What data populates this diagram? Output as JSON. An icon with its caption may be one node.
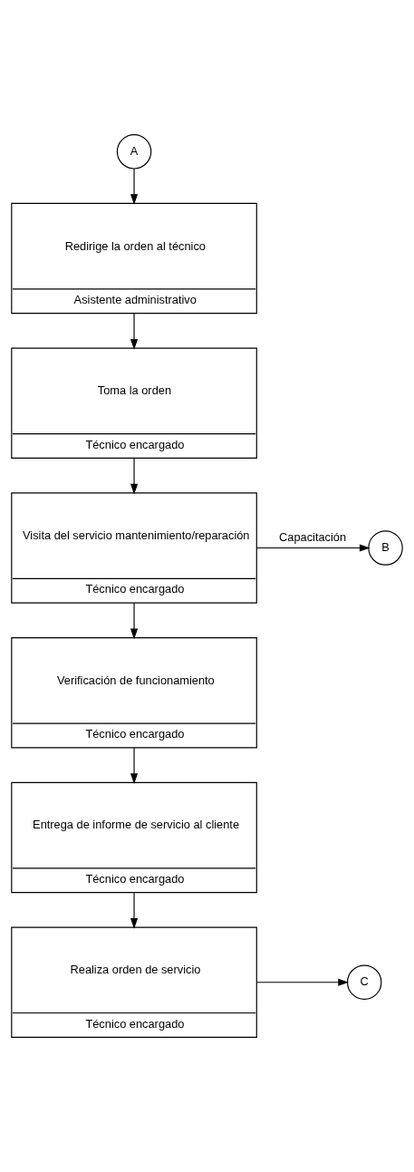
{
  "diagram": {
    "nodes": [
      {
        "text": [
          "A"
        ]
      },
      {
        "text": [
          "Redirige la orden al técnico",
          "Asistente administrativo"
        ]
      },
      {
        "text": [
          "Toma la orden",
          "Técnico encargado"
        ]
      },
      {
        "text": [
          "Visita del servicio mantenimiento/reparación",
          "Técnico encargado"
        ]
      },
      {
        "text": [
          "B"
        ]
      },
      {
        "text": [
          "Verificación de funcionamiento",
          "Técnico encargado"
        ]
      },
      {
        "text": [
          "Entrega de informe de servicio al cliente",
          "Técnico encargado"
        ]
      },
      {
        "text": [
          "Realiza orden de servicio",
          "Técnico encargado"
        ]
      },
      {
        "text": [
          "C"
        ]
      }
    ],
    "edges": [
      {
        "from": 0,
        "to": 1,
        "arrow": "to"
      },
      {
        "from": 1,
        "to": 2,
        "arrow": "to"
      },
      {
        "from": 2,
        "to": 3,
        "arrow": "to"
      },
      {
        "from": 3,
        "to": 4,
        "label": "Capacitación",
        "arrow": "to"
      },
      {
        "from": 3,
        "to": 5,
        "arrow": "to"
      },
      {
        "from": 5,
        "to": 6,
        "arrow": "to"
      },
      {
        "from": 6,
        "to": 7,
        "arrow": "to"
      },
      {
        "from": 7,
        "to": 8,
        "arrow": "to"
      }
    ]
  }
}
